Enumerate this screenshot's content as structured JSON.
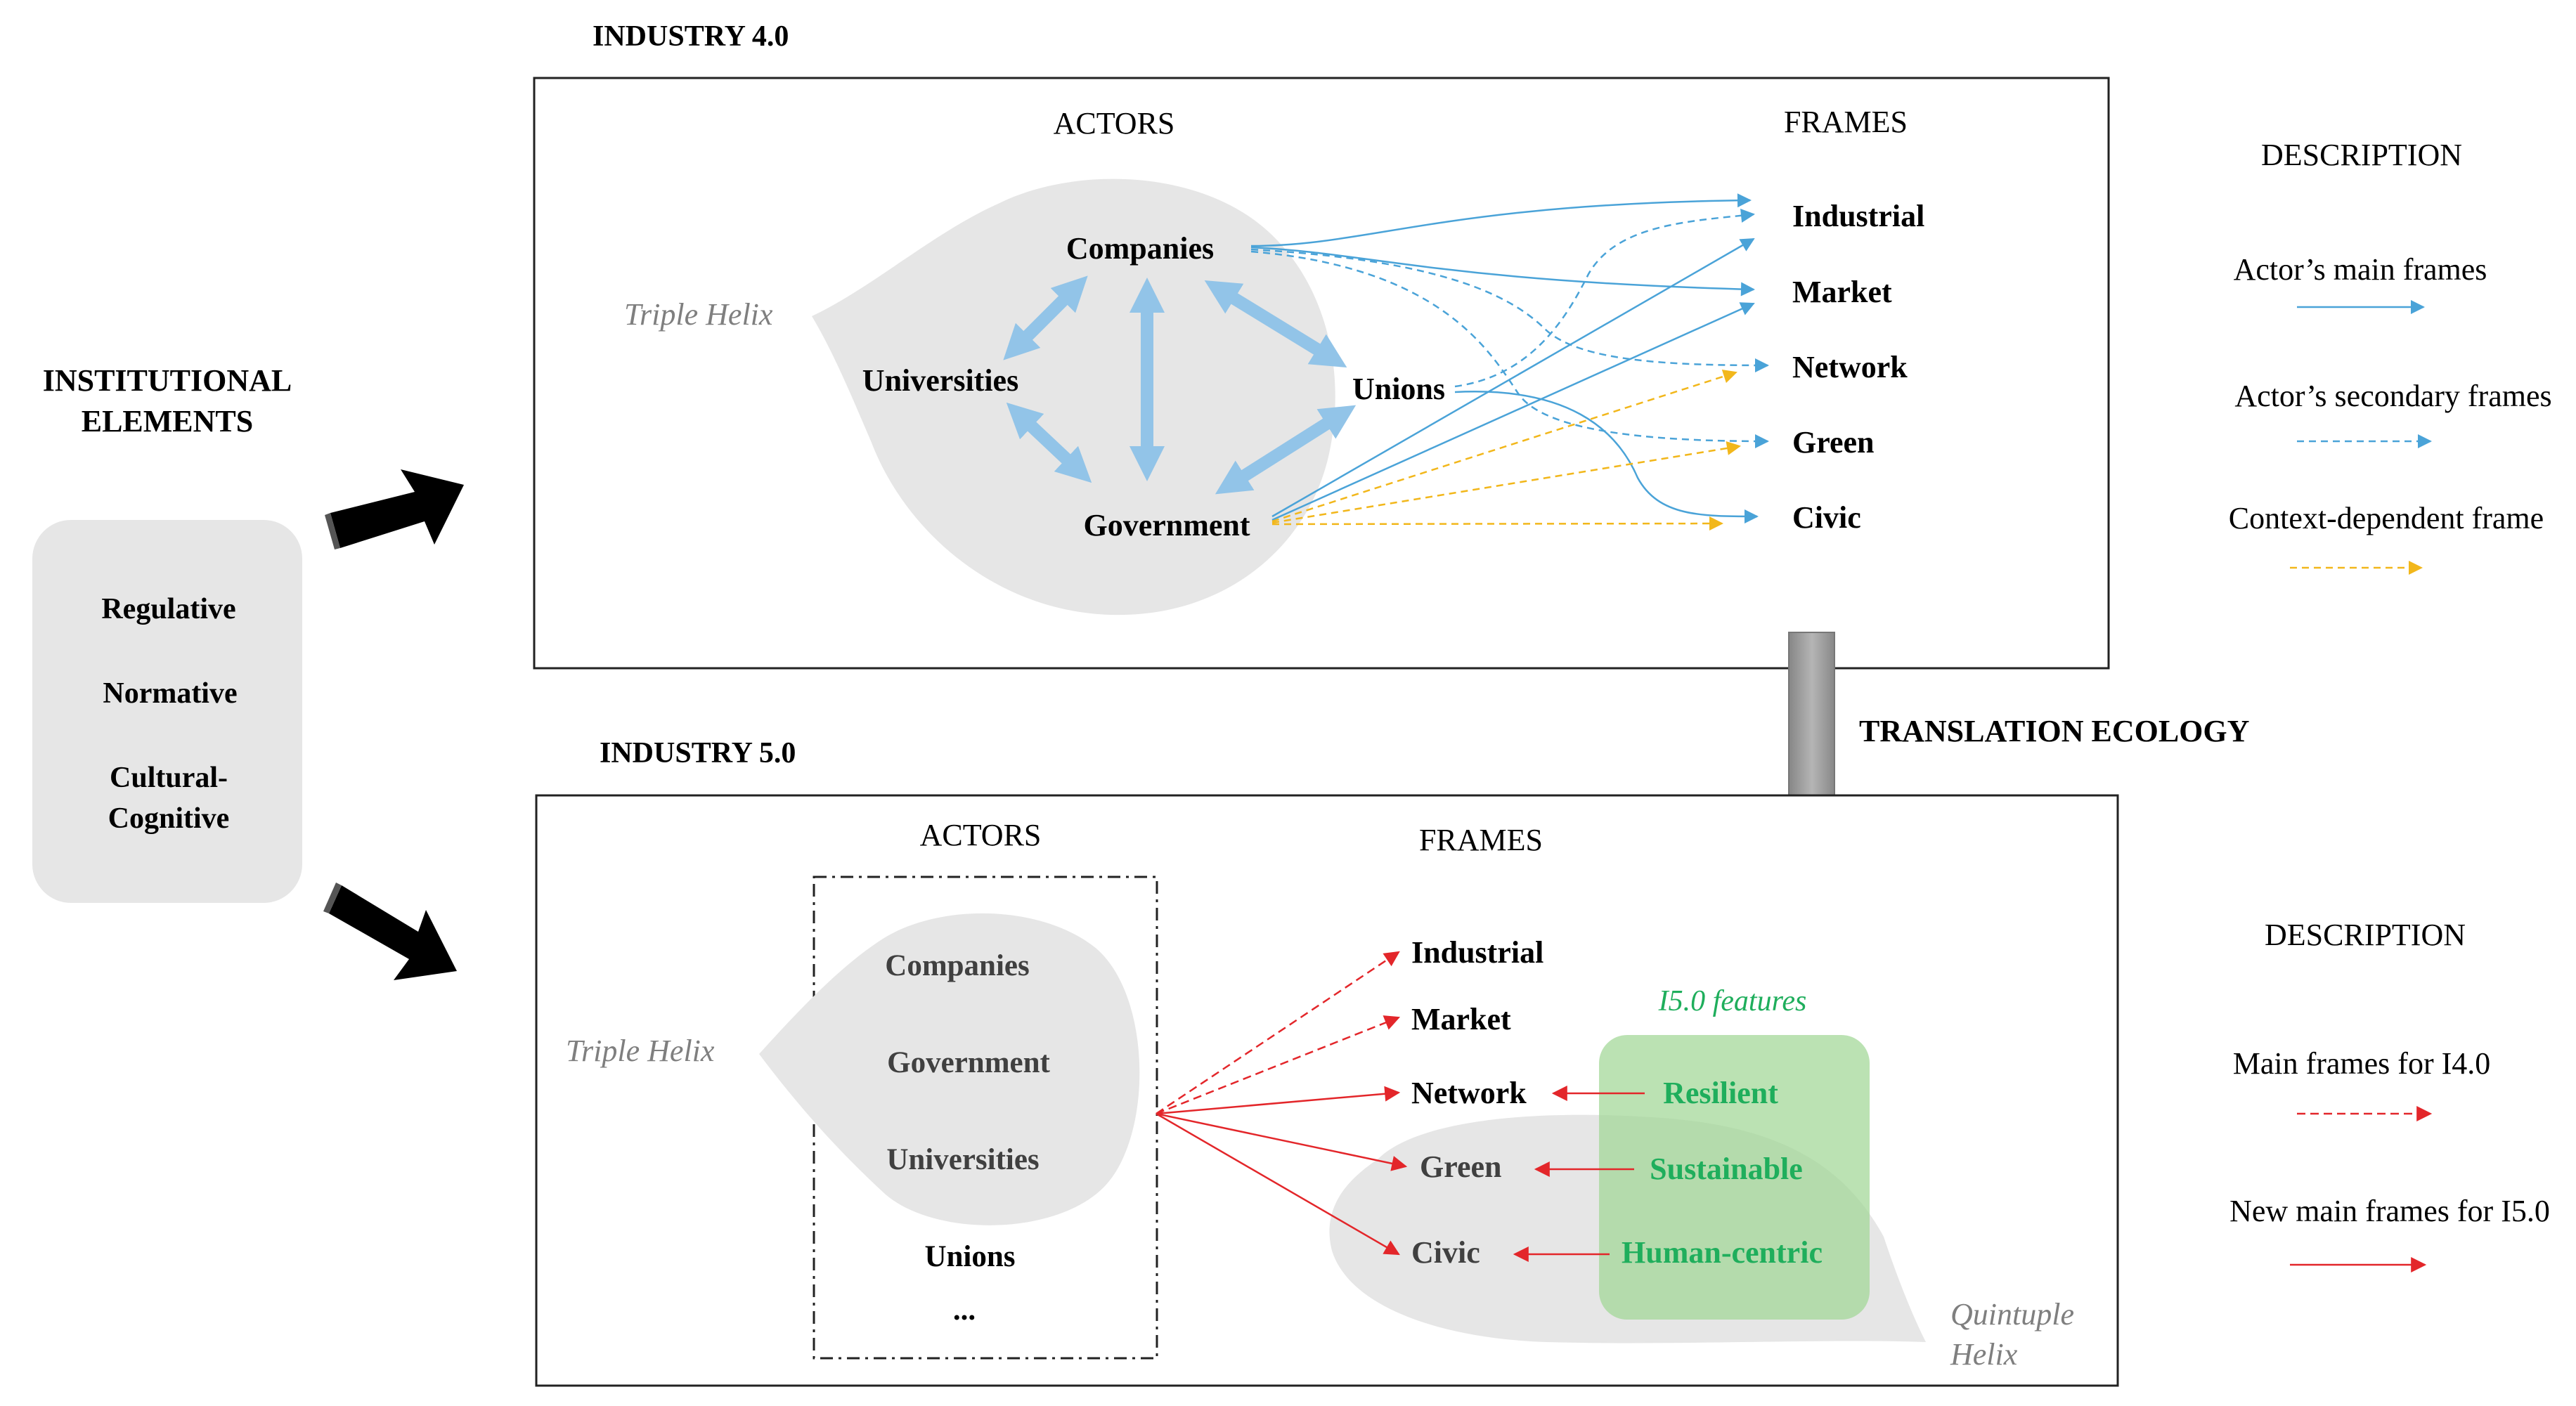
{
  "institutional": {
    "title_line1": "INSTITUTIONAL",
    "title_line2": "ELEMENTS",
    "items": [
      "Regulative",
      "Normative",
      "Cultural-",
      "Cognitive"
    ]
  },
  "i40": {
    "title": "INDUSTRY 4.0",
    "actors_label": "ACTORS",
    "frames_label": "FRAMES",
    "helix_label": "Triple Helix",
    "actors": {
      "companies": "Companies",
      "universities": "Universities",
      "unions": "Unions",
      "government": "Government"
    },
    "frames": [
      "Industrial",
      "Market",
      "Network",
      "Green",
      "Civic"
    ]
  },
  "translation": "TRANSLATION ECOLOGY",
  "i50": {
    "title": "INDUSTRY 5.0",
    "actors_label": "ACTORS",
    "frames_label": "FRAMES",
    "helix_label": "Triple Helix",
    "actors": [
      "Companies",
      "Government",
      "Universities",
      "Unions",
      "..."
    ],
    "frames": [
      "Industrial",
      "Market",
      "Network",
      "Green",
      "Civic"
    ],
    "features_label": "I5.0 features",
    "features": [
      "Resilient",
      "Sustainable",
      "Human-centric"
    ],
    "quintuple_line1": "Quintuple",
    "quintuple_line2": "Helix"
  },
  "legend_top": {
    "title": "DESCRIPTION",
    "items": [
      "Actor’s main frames",
      "Actor’s secondary frames",
      "Context-dependent frame"
    ]
  },
  "legend_bottom": {
    "title": "DESCRIPTION",
    "items": [
      "Main frames for I4.0",
      "New main frames for I5.0"
    ]
  },
  "colors": {
    "blue": "#4aa3d8",
    "light_blue": "#92c4e8",
    "orange": "#f2b71b",
    "red": "#e3262a",
    "green_text": "#1fae5c",
    "grey_fill": "#e6e6e6",
    "green_fill": "#b4e0ab"
  }
}
